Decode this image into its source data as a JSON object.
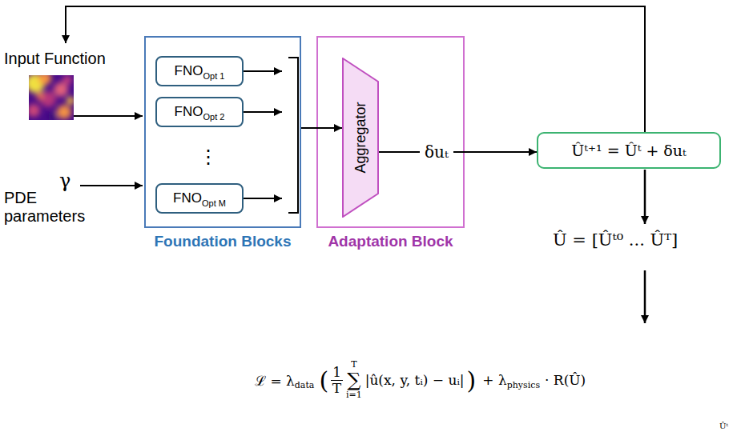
{
  "diagram": {
    "nodes": [
      {
        "text": [
          "Foundation Blocks"
        ]
      },
      {
        "text": [
          "FNO",
          "Opt 1"
        ],
        "in": 0
      },
      {
        "text": [
          "FNO",
          "Opt 2"
        ],
        "in": 0
      },
      {
        "text": [
          "FNO",
          "Opt M"
        ],
        "in": 0
      },
      {
        "text": [
          "Adaptation Block"
        ]
      },
      {
        "text": [
          "Aggregator"
        ],
        "in": 4
      },
      {
        "text": [
          "Ûᵗ⁺¹ = Ûᵗ + δuₜ"
        ]
      }
    ],
    "edges": [
      {
        "from": 0,
        "to": 5,
        "arrow": "to"
      },
      {
        "from": 5,
        "to": 6,
        "arrow": "to",
        "label": "δuₜ"
      }
    ],
    "labels": [
      "Input Function",
      "PDE parameters",
      "γ",
      "⋮",
      "Û = [Ûᵗ⁰ ... Ûᵀ]",
      "ℒ = λ",
      "data",
      "(",
      "1",
      "T",
      "T",
      "∑",
      "i=1",
      "|û(x, y, tᵢ) − uᵢ|",
      ")",
      "+ λ",
      "physics",
      "· R(Û)",
      "Ûᵗ"
    ]
  }
}
